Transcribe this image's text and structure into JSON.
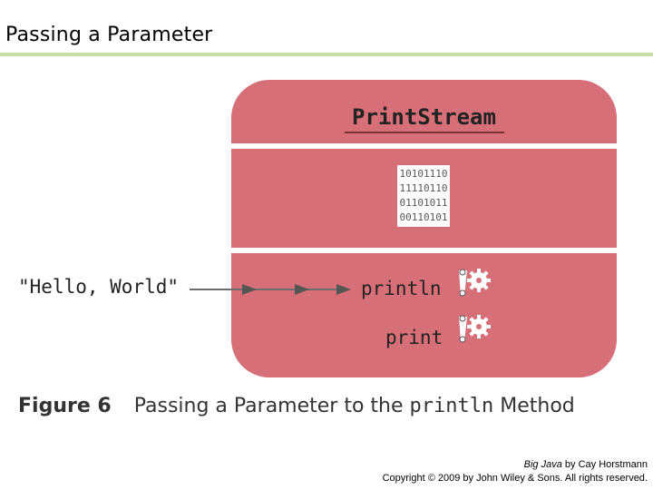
{
  "slide": {
    "title": "Passing a Parameter"
  },
  "object": {
    "class_name": "PrintStream",
    "data_bits": [
      "10101110",
      "11110110",
      "01101011",
      "00110101"
    ],
    "methods": [
      "println",
      "print"
    ],
    "fill_color": "#d66f77"
  },
  "argument": {
    "text": "\"Hello, World\""
  },
  "caption": {
    "figure_label": "Figure 6",
    "text_before": "Passing a Parameter to the",
    "code": "println",
    "text_after": "Method"
  },
  "credit": {
    "book_title": "Big Java",
    "author_text": "by Cay Horstmann",
    "copyright": "Copyright © 2009 by John Wiley & Sons.  All rights reserved."
  },
  "icons": {
    "method_icon": "gear-icon",
    "arrow": "arrow-right-icon"
  },
  "colors": {
    "title_rule": "#c5e1a5"
  }
}
